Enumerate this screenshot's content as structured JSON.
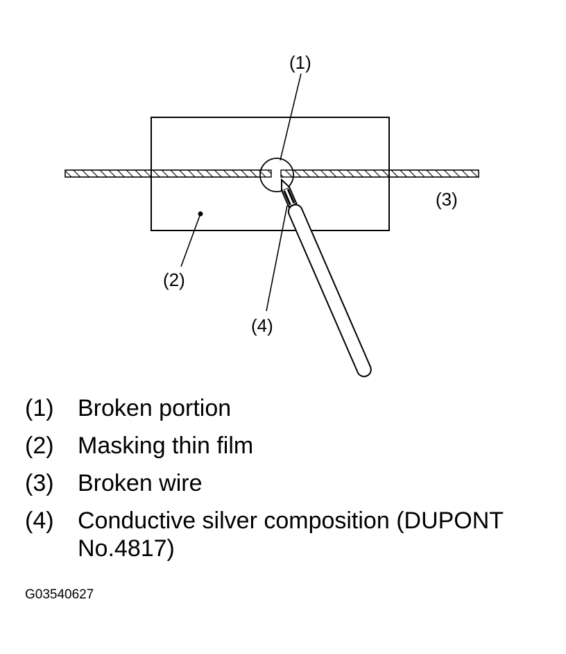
{
  "figure": {
    "callouts": {
      "c1": "(1)",
      "c2": "(2)",
      "c3": "(3)",
      "c4": "(4)"
    }
  },
  "legend": [
    {
      "number": "(1)",
      "text": "Broken portion"
    },
    {
      "number": "(2)",
      "text": "Masking thin film"
    },
    {
      "number": "(3)",
      "text": "Broken wire"
    },
    {
      "number": "(4)",
      "text": "Conductive silver composition (DUPONT No.4817)"
    }
  ],
  "figure_code": "G03540627"
}
